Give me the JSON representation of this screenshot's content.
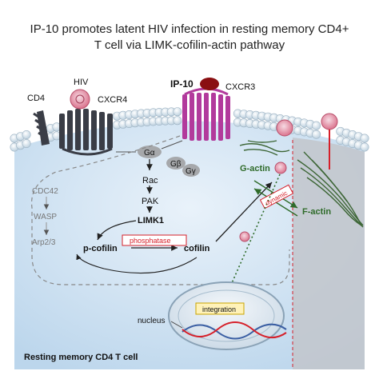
{
  "title": {
    "line1": "IP-10 promotes latent HIV infection in resting memory CD4+",
    "line2": "T cell via LIMK-cofilin-actin pathway"
  },
  "labels": {
    "cd4": "CD4",
    "hiv": "HIV",
    "cxcr4": "CXCR4",
    "ip10": "IP-10",
    "cxcr3": "CXCR3",
    "g_alpha": "Gα",
    "g_beta": "Gβ",
    "g_gamma": "Gγ",
    "rac": "Rac",
    "pak": "PAK",
    "limk1": "LIMK1",
    "cdc42": "CDC42",
    "wasp": "WASP",
    "arp23": "Arp2/3",
    "p_cofilin": "p-cofilin",
    "phosphatase": "phosphatase",
    "cofilin": "cofilin",
    "g_actin": "G-actin",
    "dynamic": "dynamic",
    "f_actin": "F-actin",
    "integration": "integration",
    "nucleus": "nucleus",
    "cell": "Resting memory CD4 T cell"
  },
  "colors": {
    "cell_fill": "#cfe3f4",
    "membrane_bead": "#dbe8f0",
    "cxcr4": "#3a3d46",
    "cxcr3": "#b23a9c",
    "ip10": "#8a0f12",
    "virus": "#d86a86",
    "red_accent": "#d6202a",
    "actin": "#3d6636",
    "nucleus": "#dfe9f2"
  }
}
